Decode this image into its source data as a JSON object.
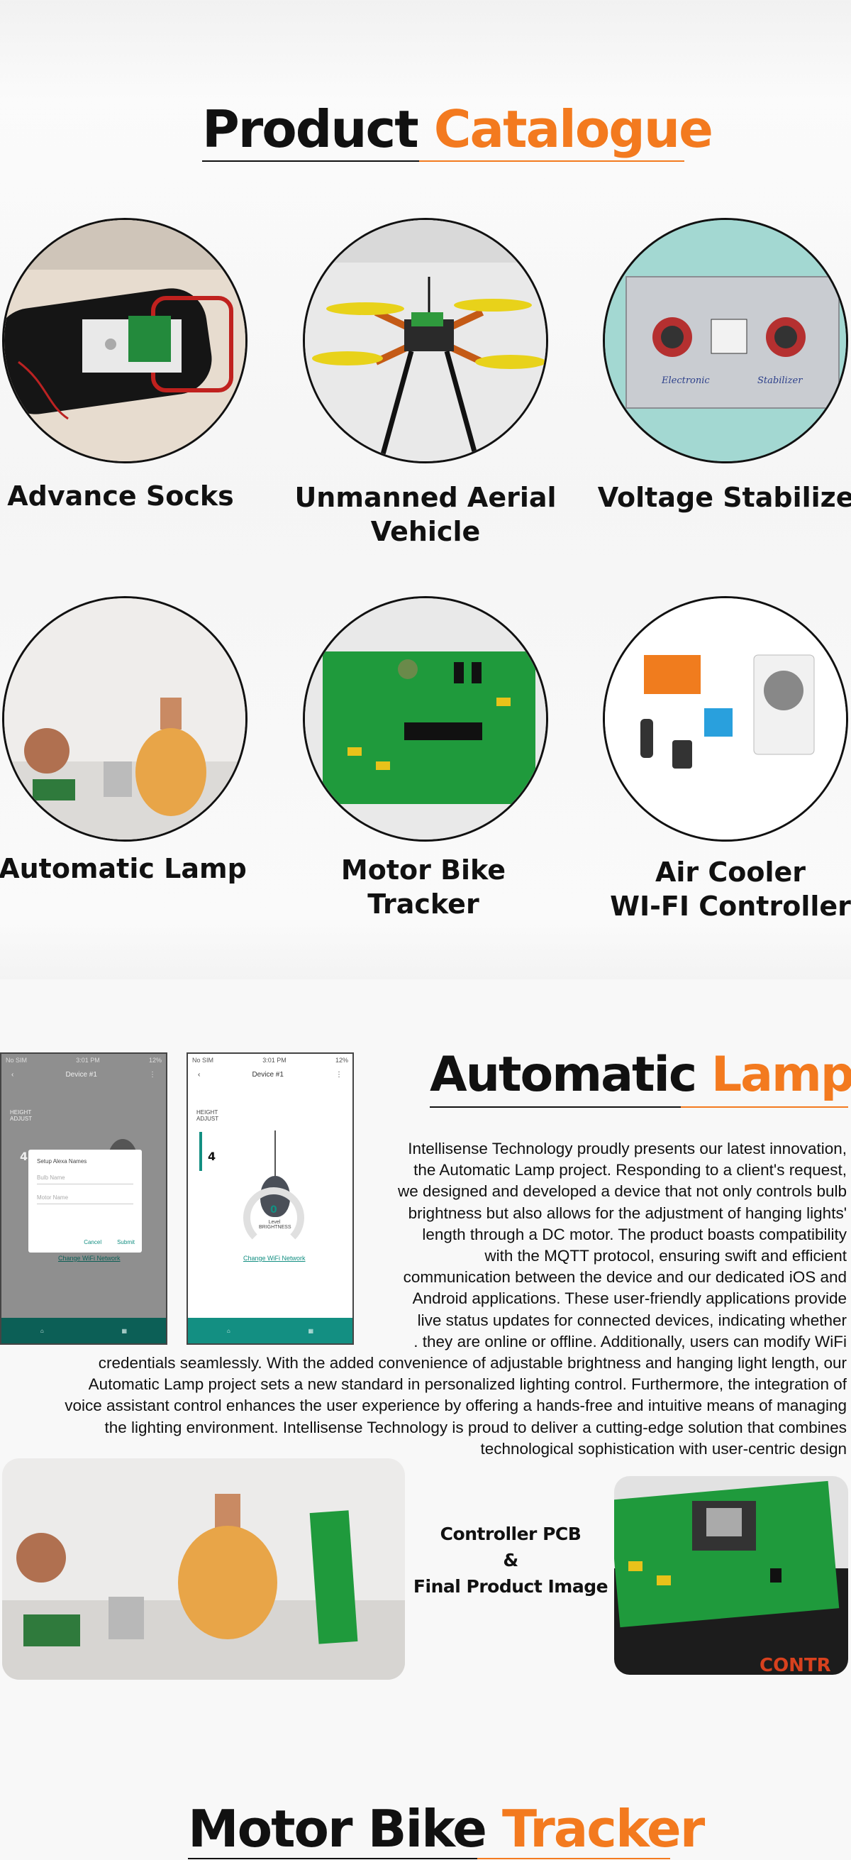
{
  "catalogue": {
    "title_black": "Product",
    "title_orange": "Catalogue",
    "products": [
      {
        "label": "Advance Socks"
      },
      {
        "label": "Unmanned Aerial\nVehicle"
      },
      {
        "label": "Voltage Stabilizer"
      },
      {
        "label": "Automatic Lamp"
      },
      {
        "label": "Motor Bike\nTracker"
      },
      {
        "label": "Air Cooler\nWI-FI Controller"
      }
    ],
    "stabilizer_label_left": "Electronic",
    "stabilizer_label_right": "Stabilizer"
  },
  "lamp_section": {
    "title_black": "Automatic",
    "title_orange": "Lamp",
    "paragraph_lines_right": [
      "Intellisense Technology proudly presents our latest innovation,",
      "the Automatic Lamp project. Responding to a client's request,",
      "we designed and developed a device that not only controls bulb",
      "brightness but also allows for the adjustment of hanging lights'",
      "length through a DC motor. The product boasts compatibility",
      "with the MQTT protocol, ensuring swift and efficient",
      "communication between the device and our dedicated iOS and",
      "Android applications. These user-friendly applications provide",
      "live status updates for connected devices, indicating whether",
      ". they are online or offline. Additionally, users can modify WiFi"
    ],
    "paragraph_lines_full": [
      "credentials seamlessly. With the added convenience of adjustable brightness and hanging light length, our",
      "Automatic Lamp project sets a new standard in personalized lighting control. Furthermore, the integration of",
      "voice assistant control enhances the user experience by offering a hands-free and intuitive means of managing",
      "the lighting environment. Intellisense Technology is proud to deliver a cutting-edge solution that combines",
      "technological sophistication with user-centric design"
    ],
    "caption_line1": "Controller PCB",
    "caption_line2": "&",
    "caption_line3": "Final Product Image",
    "pcb_box_text": "CONTR",
    "phone_left": {
      "status_left": "No SIM",
      "status_center": "3:01 PM",
      "status_right": "12%",
      "device": "Device #1",
      "height_label": "HEIGHT\nADJUST",
      "slider_value": "4",
      "dialog_title": "Setup Alexa Names",
      "field1": "Bulb Name",
      "field2": "Motor Name",
      "cancel": "Cancel",
      "submit": "Submit",
      "link": "Change WiFi Network"
    },
    "phone_right": {
      "status_left": "No SIM",
      "status_center": "3:01 PM",
      "status_right": "12%",
      "device": "Device #1",
      "height_label": "HEIGHT\nADJUST",
      "slider_value": "4",
      "gauge_value": "0",
      "gauge_label": "Level\nBRIGHTNESS",
      "link": "Change WiFi Network"
    }
  },
  "tracker_section": {
    "title_black": "Motor Bike",
    "title_orange": "Tracker"
  },
  "colors": {
    "accent_orange": "#f37a1f",
    "app_teal": "#138f82",
    "pcb_green": "#1f9a3c"
  }
}
